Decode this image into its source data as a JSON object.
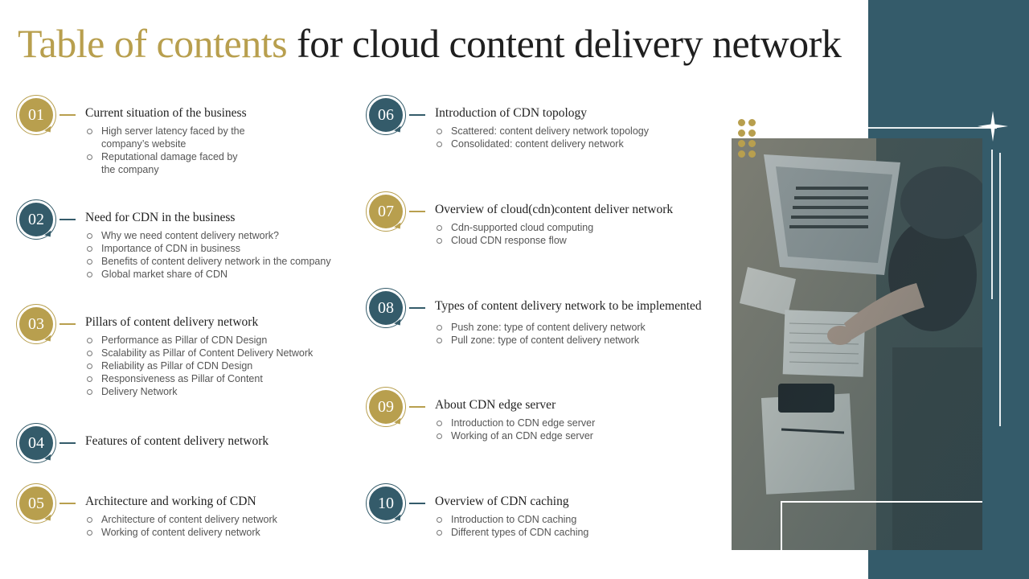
{
  "title": {
    "accent": "Table of contents",
    "rest": "for cloud content delivery network"
  },
  "colors": {
    "gold": "#b89f4e",
    "teal": "#345b6a"
  },
  "items": [
    {
      "num": "01",
      "heading": "Current situation of the business",
      "style": "gold",
      "bullets": [
        "High server  latency faced  by the\ncompany’s website",
        "Reputational  damage faced by\nthe company"
      ]
    },
    {
      "num": "02",
      "heading": "Need for CDN in the business",
      "style": "teal",
      "bullets": [
        "Why we need content delivery network?",
        "Importance  of CDN in business",
        "Benefits of content delivery  network in the company",
        "Global market share of CDN"
      ]
    },
    {
      "num": "03",
      "heading": "Pillars of content delivery network",
      "style": "gold",
      "bullets": [
        "Performance  as Pillar of CDN Design",
        "Scalability as Pillar of Content Delivery  Network",
        "Reliability as Pillar of CDN Design",
        "Responsiveness  as Pillar of Content",
        " Delivery  Network"
      ]
    },
    {
      "num": "04",
      "heading": "Features of content delivery network",
      "style": "teal",
      "bullets": []
    },
    {
      "num": "05",
      "heading": "Architecture and working of CDN",
      "style": "gold",
      "bullets": [
        "Architecture of content delivery  network",
        "Working of content delivery  network"
      ]
    },
    {
      "num": "06",
      "heading": "Introduction of CDN topology",
      "style": "teal",
      "bullets": [
        "Scattered: content delivery network topology",
        "Consolidated:  content delivery network"
      ]
    },
    {
      "num": "07",
      "heading": "Overview of cloud(cdn)content deliver network",
      "style": "gold",
      "bullets": [
        "Cdn-supported  cloud computing",
        "Cloud CDN response flow"
      ]
    },
    {
      "num": "08",
      "heading": "Types of content delivery network to be implemented",
      "style": "teal",
      "bullets": [
        "Push zone: type of content delivery  network",
        "Pull zone: type of content delivery  network"
      ]
    },
    {
      "num": "09",
      "heading": "About CDN edge server",
      "style": "gold",
      "bullets": [
        "Introduction  to  CDN  edge server",
        "Working of an CDN  edge server"
      ]
    },
    {
      "num": "10",
      "heading": "Overview of CDN caching",
      "style": "teal",
      "bullets": [
        "Introduction  to CDN  caching",
        "Different  types of CDN caching"
      ]
    }
  ],
  "icons": {
    "decoration": "sparkle-icon",
    "dots": "dot-grid-icon"
  }
}
